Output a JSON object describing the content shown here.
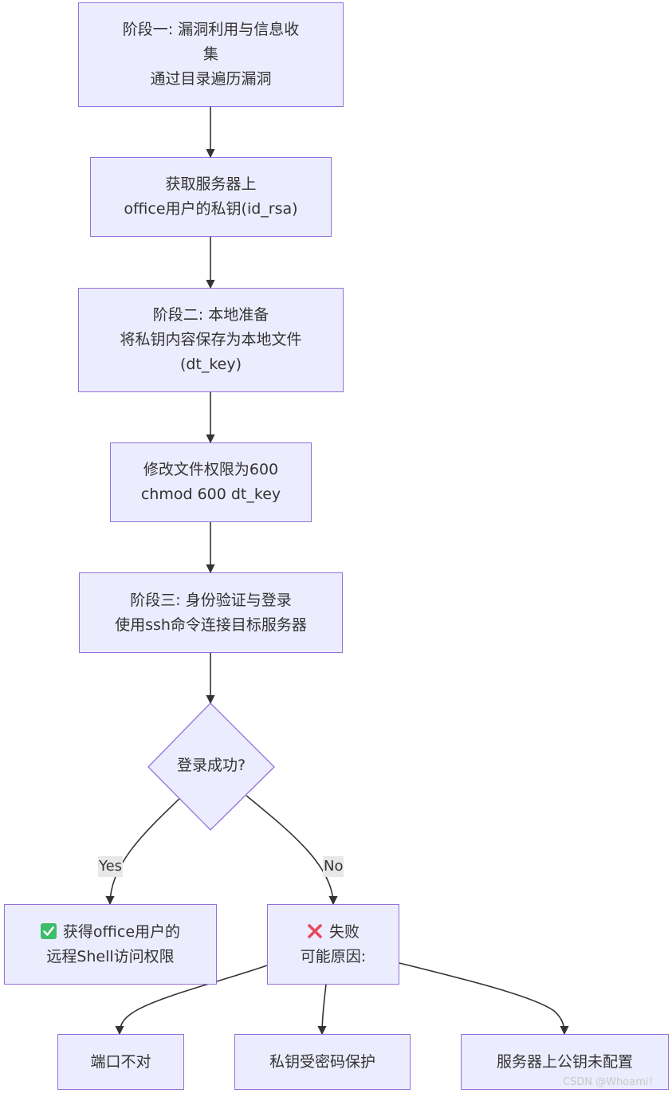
{
  "nodes": {
    "stage1": [
      "阶段一: 漏洞利用与信息收",
      "集",
      "通过目录遍历漏洞"
    ],
    "get_key": [
      "获取服务器上",
      "office用户的私钥(id_rsa)"
    ],
    "stage2": [
      "阶段二: 本地准备",
      "将私钥内容保存为本地文件",
      "(dt_key)"
    ],
    "chmod": [
      "修改文件权限为600",
      "chmod 600 dt_key"
    ],
    "stage3": [
      "阶段三: 身份验证与登录",
      "使用ssh命令连接目标服务器"
    ],
    "decision": "登录成功?",
    "success": [
      "获得office用户的",
      "远程Shell访问权限"
    ],
    "fail": [
      "失败",
      "可能原因:"
    ],
    "reason_port": "端口不对",
    "reason_passphrase": "私钥受密码保护",
    "reason_pubkey": "服务器上公钥未配置"
  },
  "edge_labels": {
    "yes": "Yes",
    "no": "No"
  },
  "icons": {
    "success": "check-mark-icon",
    "fail": "cross-mark-icon"
  },
  "watermark": "CSDN @Whoami！",
  "colors": {
    "node_fill": "#ECECFF",
    "node_stroke": "#9370DB",
    "edge": "#333333",
    "label_bg": "#e8e8e8"
  }
}
